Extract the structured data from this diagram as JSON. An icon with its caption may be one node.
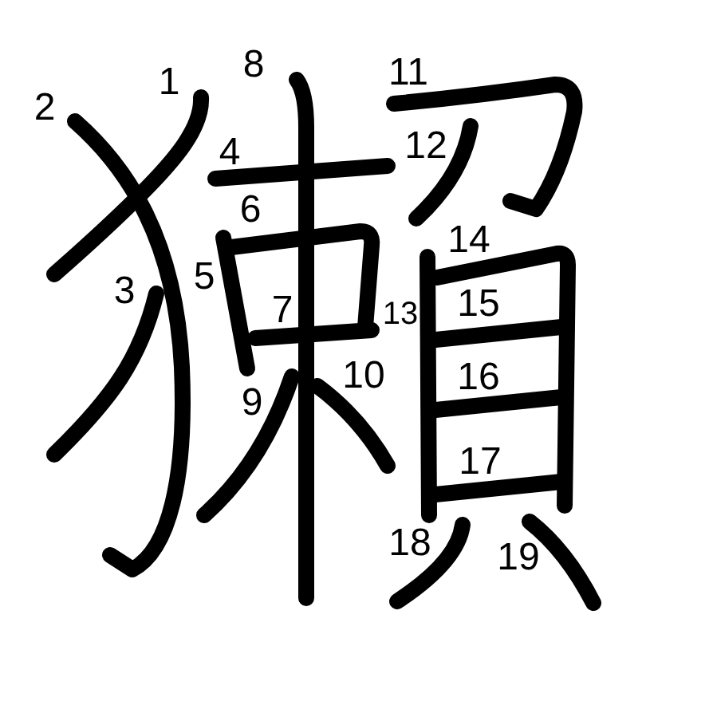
{
  "diagram": {
    "labels": [
      "1",
      "2",
      "3",
      "4",
      "5",
      "6",
      "7",
      "8",
      "9",
      "10",
      "11",
      "12",
      "13",
      "14",
      "15",
      "16",
      "17",
      "18",
      "19"
    ]
  }
}
